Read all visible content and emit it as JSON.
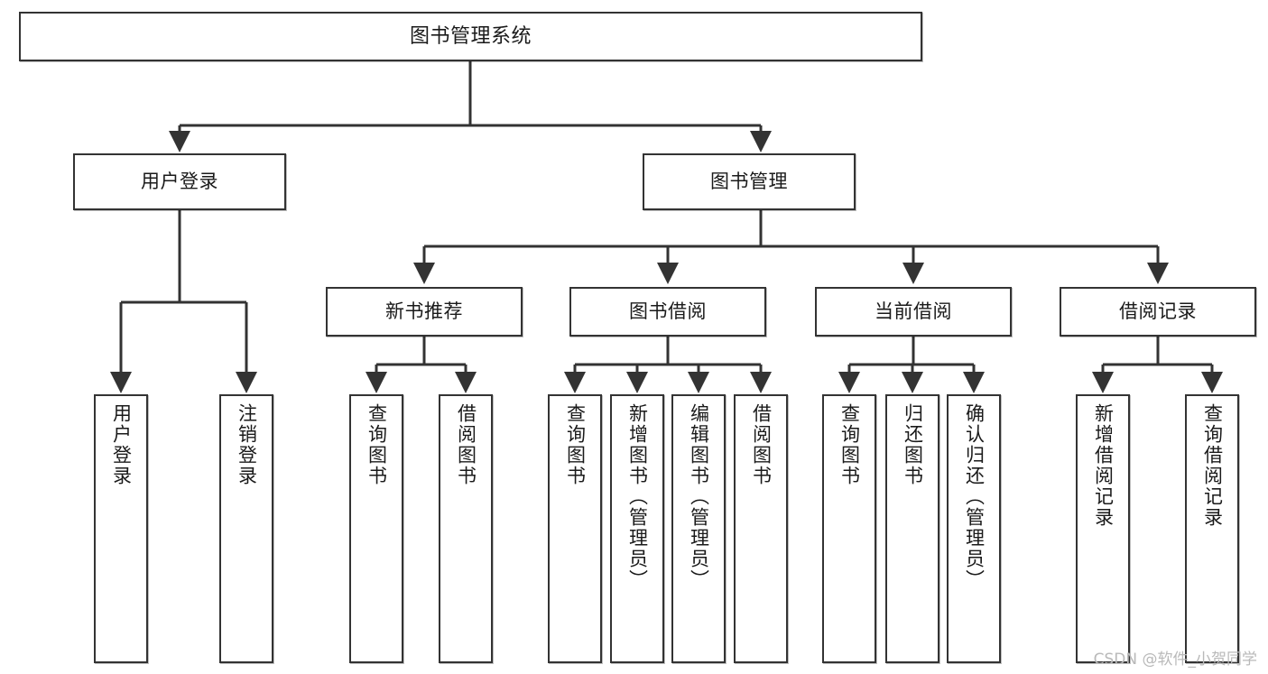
{
  "diagram": {
    "title": "图书管理系统",
    "type": "tree-structure-chart",
    "orientation": "top-down",
    "colors": {
      "node_border": "#333333",
      "node_fill": "#ffffff",
      "edge": "#333333",
      "text": "#1a1a1a",
      "watermark": "#b9b9b9",
      "background": "#ffffff"
    },
    "root": {
      "label": "图书管理系统"
    },
    "level1": [
      {
        "label": "用户登录"
      },
      {
        "label": "图书管理"
      }
    ],
    "level2": [
      {
        "label": "新书推荐"
      },
      {
        "label": "图书借阅"
      },
      {
        "label": "当前借阅"
      },
      {
        "label": "借阅记录"
      }
    ],
    "leaves": {
      "user_login": [
        {
          "label": "用户登录"
        },
        {
          "label": "注销登录"
        }
      ],
      "new_book_recommend": [
        {
          "label": "查询图书"
        },
        {
          "label": "借阅图书"
        }
      ],
      "book_borrow": [
        {
          "label": "查询图书"
        },
        {
          "label": "新增图书（管理员）"
        },
        {
          "label": "编辑图书（管理员）"
        },
        {
          "label": "借阅图书"
        }
      ],
      "current_borrow": [
        {
          "label": "查询图书"
        },
        {
          "label": "归还图书"
        },
        {
          "label": "确认归还（管理员）"
        }
      ],
      "borrow_record": [
        {
          "label": "新增借阅记录"
        },
        {
          "label": "查询借阅记录"
        }
      ]
    }
  },
  "watermark": {
    "text": "CSDN @软件_小贺同学"
  }
}
